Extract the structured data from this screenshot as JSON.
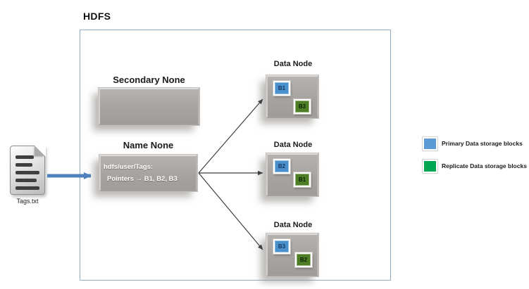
{
  "diagram_title": "HDFS",
  "source_file": {
    "label": "Tags.txt"
  },
  "secondary_node": {
    "label": "Secondary None"
  },
  "name_node": {
    "label": "Name None",
    "path_line": "hdfs/user/Tags:",
    "pointers_line": "Pointers → B1, B2, B3"
  },
  "data_nodes": [
    {
      "label": "Data Node",
      "primary_block": "B1",
      "replica_block": "B3"
    },
    {
      "label": "Data Node",
      "primary_block": "B2",
      "replica_block": "B1"
    },
    {
      "label": "Data Node",
      "primary_block": "B3",
      "replica_block": "B2"
    }
  ],
  "legend": {
    "primary_label": "Primary Data storage blocks",
    "replicate_label": "Replicate Data storage blocks"
  },
  "colors": {
    "primary_block": "#4a90cc",
    "replica_block": "#4d7e25",
    "legend_primary": "#5b9bd5",
    "legend_replicate": "#00a651",
    "gray_box": "#a7a3a0",
    "hdfs_border": "#92aec6",
    "blue_arrow": "#4f81bd",
    "thin_arrow": "#3f3f3f"
  }
}
